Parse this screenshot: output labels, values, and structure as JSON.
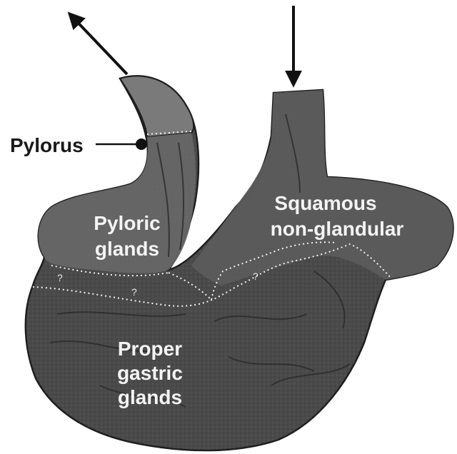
{
  "labels": {
    "pylorus": "Pylorus",
    "pyloric_line1": "Pyloric",
    "pyloric_line2": "glands",
    "squamous_line1": "Squamous",
    "squamous_line2": "non-glandular",
    "proper_line1": "Proper",
    "proper_line2": "gastric",
    "proper_line3": "glands",
    "question_mark": "?"
  },
  "colors": {
    "stomach_fill": "#4a4a4a",
    "pyloric_region": "#6e6e6e",
    "squamous_region": "#5a5a5a",
    "glandular_region": "#3c3c3c",
    "outline": "#1e1e1e",
    "boundary_dots": "#f2f2f2",
    "arrow": "#111111"
  }
}
